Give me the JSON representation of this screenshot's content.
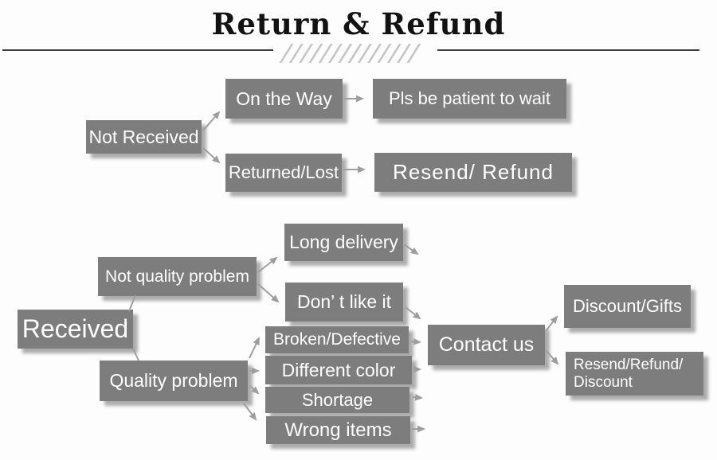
{
  "title": "Return & Refund",
  "colors": {
    "box_fill": "#7d7d7d",
    "box_text": "#ffffff",
    "arrow": "#9e9e9e",
    "rule": "#3c3c3c",
    "title_text": "#121212"
  },
  "nodes": {
    "not_received": "Not Received",
    "on_the_way": "On the Way",
    "pls_wait": "Pls be patient to wait",
    "returned_lost": "Returned/Lost",
    "resend_refund": "Resend/ Refund",
    "received": "Received",
    "not_quality": "Not quality problem",
    "quality": "Quality problem",
    "long_delivery": "Long delivery",
    "dont_like": "Don’ t like it",
    "broken": "Broken/Defective",
    "diff_color": "Different color",
    "shortage": "Shortage",
    "wrong_items": "Wrong items",
    "contact": "Contact us",
    "discount_gifts": "Discount/Gifts",
    "rr_discount": "Resend/Refund/\nDiscount"
  },
  "edges": [
    {
      "from": "not_received",
      "to": "on_the_way"
    },
    {
      "from": "not_received",
      "to": "returned_lost"
    },
    {
      "from": "on_the_way",
      "to": "pls_wait"
    },
    {
      "from": "returned_lost",
      "to": "resend_refund"
    },
    {
      "from": "received",
      "to": "not_quality"
    },
    {
      "from": "received",
      "to": "quality"
    },
    {
      "from": "not_quality",
      "to": "long_delivery"
    },
    {
      "from": "not_quality",
      "to": "dont_like"
    },
    {
      "from": "long_delivery",
      "to": "contact"
    },
    {
      "from": "dont_like",
      "to": "contact"
    },
    {
      "from": "quality",
      "to": "broken"
    },
    {
      "from": "quality",
      "to": "diff_color"
    },
    {
      "from": "quality",
      "to": "shortage"
    },
    {
      "from": "quality",
      "to": "wrong_items"
    },
    {
      "from": "broken",
      "to": "contact"
    },
    {
      "from": "diff_color",
      "to": "contact"
    },
    {
      "from": "shortage",
      "to": "contact"
    },
    {
      "from": "wrong_items",
      "to": "contact"
    },
    {
      "from": "contact",
      "to": "discount_gifts"
    },
    {
      "from": "contact",
      "to": "rr_discount"
    }
  ]
}
